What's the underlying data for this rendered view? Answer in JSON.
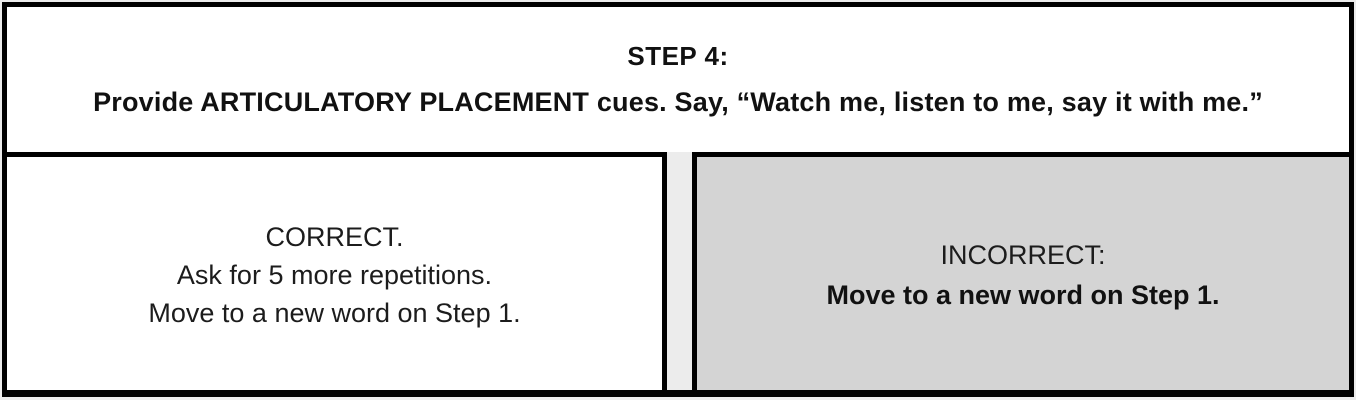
{
  "header": {
    "title": "STEP 4:",
    "instruction": "Provide ARTICULATORY PLACEMENT cues. Say, “Watch me, listen to me, say it with me.”"
  },
  "outcomes": {
    "correct": {
      "label": "CORRECT.",
      "lines": [
        "Ask for 5 more repetitions.",
        "Move to a new word on Step 1."
      ]
    },
    "incorrect": {
      "label": "INCORRECT:",
      "instruction": "Move to a new word on Step 1."
    }
  },
  "colors": {
    "border": "#000000",
    "correct_bg": "#ffffff",
    "incorrect_bg": "#d4d4d4",
    "page_bg": "#ececec",
    "text": "#111111"
  }
}
